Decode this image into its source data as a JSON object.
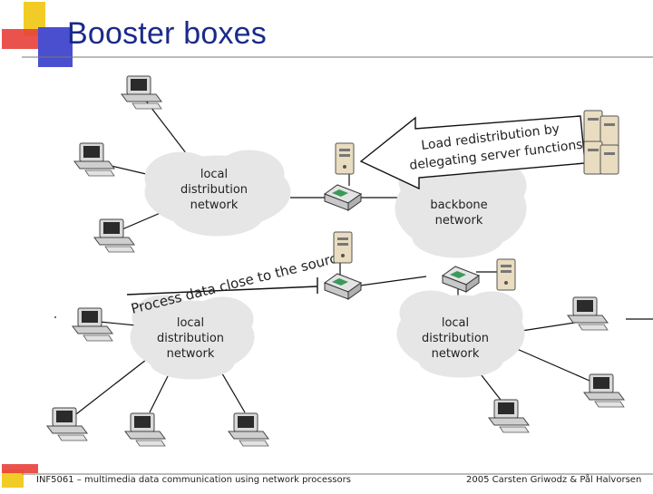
{
  "slide": {
    "title": "Booster boxes",
    "footer_left": "INF5061 – multimedia data communication using network processors",
    "footer_right": "2005 Carsten Griwodz & Pål Halvorsen"
  },
  "clouds": {
    "local_top_left": [
      "local",
      "distribution",
      "network"
    ],
    "backbone": [
      "backbone",
      "network"
    ],
    "local_bottom_left": [
      "local",
      "distribution",
      "network"
    ],
    "local_bottom_right": [
      "local",
      "distribution",
      "network"
    ]
  },
  "annotations": {
    "load_line1": "Load redistribution by",
    "load_line2": "delegating server functions",
    "process": "Process data close to the source"
  },
  "colors": {
    "title": "#1a2a8a",
    "cloud": "#e6e6e6",
    "router": "#3a9a5a",
    "deco_red": "#e8403a",
    "deco_yellow": "#f2cc26",
    "deco_blue": "#4a4fd0"
  },
  "icons": [
    "computer-icon",
    "server-icon",
    "router-icon",
    "server-rack-icon"
  ]
}
